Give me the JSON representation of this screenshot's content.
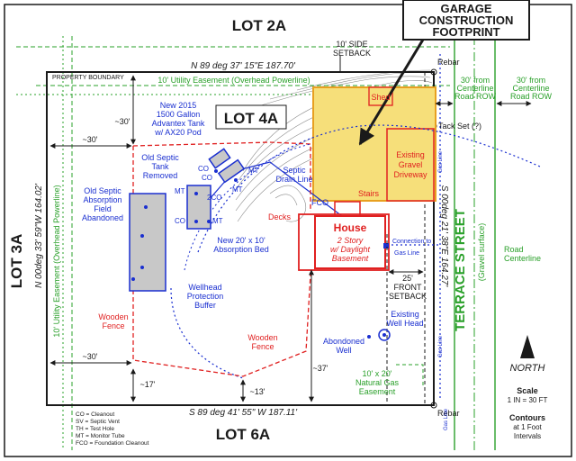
{
  "labels": {
    "callout": [
      "GARAGE",
      "CONSTRUCTION",
      "FOOTPRINT"
    ],
    "lot_2a": "LOT 2A",
    "lot_3a": "LOT 3A",
    "lot_6a": "LOT 6A",
    "lot_4a": "LOT 4A",
    "side_setback": [
      "10' SIDE",
      "SETBACK"
    ],
    "rebar": "Rebar",
    "tack_set": "Tack Set (?)",
    "north_bearing": "N 89 deg 37' 15\"E      187.70'",
    "south_bearing": "S 89 deg 41' 55\" W      187.11'",
    "west_bearing": "N 00deg 33' 59\"W     164.02'",
    "east_bearing": "S 00deg 21' 38\"E     164.27'",
    "property_boundary": "PROPERTY BOUNDARY",
    "utility_easement_top": "10' Utility Easement (Overhead Powerline)",
    "utility_easement_left": "10' Utility Easement (Overhead Powerline)",
    "dim_30_top": "~30'",
    "dim_30_left": "~30'",
    "dim_30_bottom": "~30'",
    "dim_17": "~17'",
    "dim_13": "~13'",
    "dim_37": "~37'",
    "road_row_1": [
      "30' from",
      "Centerline",
      "Road ROW"
    ],
    "road_row_2": [
      "30' from",
      "Centerline",
      "Road ROW"
    ],
    "shed": "Shed",
    "driveway": [
      "Existing",
      "Gravel",
      "Driveway"
    ],
    "gas_line": "Gas Line",
    "terrace_street": "TERRACE STREET",
    "gravel_surface": "(Gravel surface)",
    "road_centerline": [
      "Road",
      "Centerline"
    ],
    "new_tank": [
      "New 2015",
      "1500 Gallon",
      "Advantex Tank",
      "w/ AX20 Pod"
    ],
    "old_tank": [
      "Old Septic",
      "Tank",
      "Removed"
    ],
    "old_field": [
      "Old Septic",
      "Absorption",
      "Field",
      "Abandoned"
    ],
    "septic_drain": [
      "Septic",
      "Drain Line"
    ],
    "co": "CO",
    "mt": "MT",
    "two_co": "2CO",
    "fco": "FCO",
    "stairs": "Stairs",
    "decks": "Decks",
    "house": [
      "House",
      "2 Story",
      "w/ Daylight",
      "Basement"
    ],
    "connection": [
      "Connection to",
      "Gas Line"
    ],
    "new_bed": [
      "New 20' x 10'",
      "Absorption Bed"
    ],
    "wellhead_buffer": [
      "Wellhead",
      "Protection",
      "Buffer"
    ],
    "wooden_fence_1": [
      "Wooden",
      "Fence"
    ],
    "wooden_fence_2": [
      "Wooden",
      "Fence"
    ],
    "front_setback": [
      "25'",
      "FRONT",
      "SETBACK"
    ],
    "existing_well": [
      "Existing",
      "Well Head"
    ],
    "abandoned_well": [
      "Abondoned",
      "Well"
    ],
    "gas_easement": [
      "10' x 20'",
      "Natural Gas",
      "Easement"
    ],
    "north": "NORTH",
    "scale": [
      "Scale",
      "1 IN = 30 FT"
    ],
    "contours": [
      "Contours",
      "at 1 Foot",
      "Intervals"
    ],
    "legend": [
      "CO = Cleanout",
      "SV = Septic Vent",
      "TH = Test Hole",
      "MT = Monitor Tube",
      "FCO = Foundation Cleanout"
    ]
  },
  "colors": {
    "boundary": "#1a1a1a",
    "easement_green": "#2aa02a",
    "septic_blue": "#1a2fd0",
    "house_red": "#e02020",
    "garage_fill": "#f6df7a",
    "garage_border": "#e8a020",
    "tank_grey": "#c8c8c8"
  }
}
